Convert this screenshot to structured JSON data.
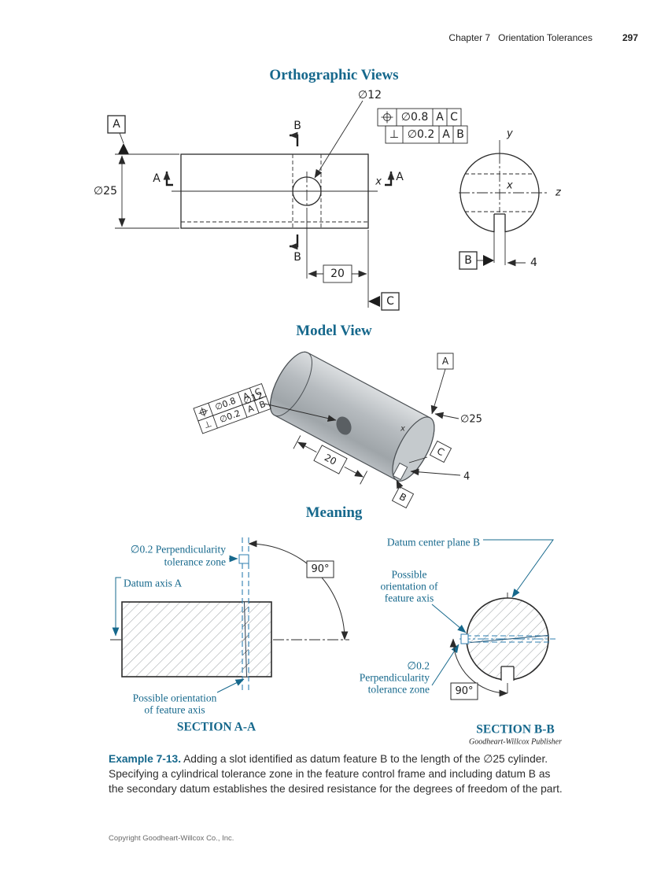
{
  "header": {
    "chapter": "Chapter 7   Orientation Tolerances",
    "page_number": "297"
  },
  "titles": {
    "orthographic": "Orthographic Views",
    "model": "Model View",
    "meaning": "Meaning"
  },
  "colors": {
    "heading_blue": "#16688c",
    "annotation_blue": "#16688c",
    "zone_blue": "#2f7fb0",
    "line_dark": "#2b2b2b",
    "cylinder_gray": "#b9bec2"
  },
  "fcf_position": {
    "symbol_icon": "position-symbol",
    "tolerance": "∅0.8",
    "primary_datum": "A",
    "secondary_datum": "C"
  },
  "fcf_perpendicularity": {
    "symbol": "⊥",
    "tolerance": "∅0.2",
    "primary_datum": "A",
    "secondary_datum": "B"
  },
  "datums": {
    "a": "A",
    "b": "B",
    "c": "C"
  },
  "dims": {
    "hole_diameter": "∅12",
    "cylinder_diameter": "∅25",
    "basic_length": "20",
    "slot_width": "4"
  },
  "axes": {
    "x": "x",
    "y": "y",
    "z": "z"
  },
  "sections": {
    "cut_a": "A",
    "cut_b": "B"
  },
  "meaning": {
    "angle": "90°",
    "left": {
      "zone_line1": "∅0.2 Perpendicularity",
      "zone_line2": "tolerance zone",
      "datum_axis": "Datum axis A",
      "possible_line1": "Possible orientation",
      "possible_line2": "of feature axis",
      "section_title": "SECTION A-A"
    },
    "right": {
      "datum_plane": "Datum center plane B",
      "possible_line1": "Possible",
      "possible_line2": "orientation of",
      "possible_line3": "feature axis",
      "zone_line1": "∅0.2",
      "zone_line2": "Perpendicularity",
      "zone_line3": "tolerance zone",
      "section_title": "SECTION B-B",
      "credit": "Goodheart-Willcox Publisher"
    }
  },
  "caption": {
    "label": "Example 7-13.",
    "body": " Adding a slot identified as datum feature B to the length of the ∅25 cylinder. Specifying a cylindrical tolerance zone in the feature control frame and including datum B as the secondary datum establishes the desired resistance for the degrees of freedom of the part."
  },
  "footer": {
    "copyright": "Copyright Goodheart-Willcox Co., Inc."
  }
}
